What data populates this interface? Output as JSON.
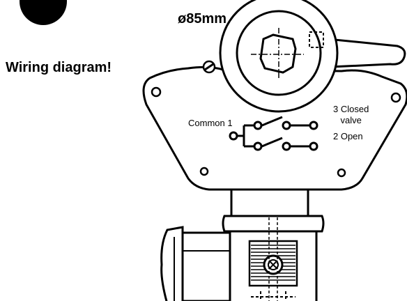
{
  "title": "Wiring diagram!",
  "dimension_label": "ø85mm",
  "wiring": {
    "common_label": "Common 1",
    "closed_label_line1": "3 Closed",
    "closed_label_line2": "valve",
    "open_label": "2 Open"
  },
  "colors": {
    "ink": "#000000",
    "paper": "#ffffff"
  }
}
